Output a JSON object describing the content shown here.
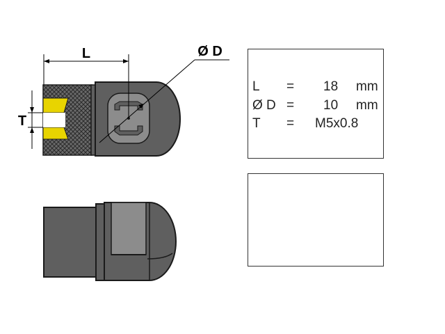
{
  "dimension_labels": {
    "length": "L",
    "diameter": "Ø D",
    "thread": "T"
  },
  "specs": [
    {
      "symbol": "L",
      "equals": "=",
      "value": "18",
      "unit": "mm"
    },
    {
      "symbol": "Ø D",
      "equals": "=",
      "value": "10",
      "unit": "mm"
    },
    {
      "symbol": "T",
      "equals": "=",
      "value": "M5x0.8",
      "unit": ""
    }
  ],
  "colors": {
    "body": "#5f5f5f",
    "outline": "#1a1a1a",
    "thread_highlight": "#e8d400",
    "socket_face": "#8c8c8c",
    "photo_body": "#2a2a2a"
  }
}
